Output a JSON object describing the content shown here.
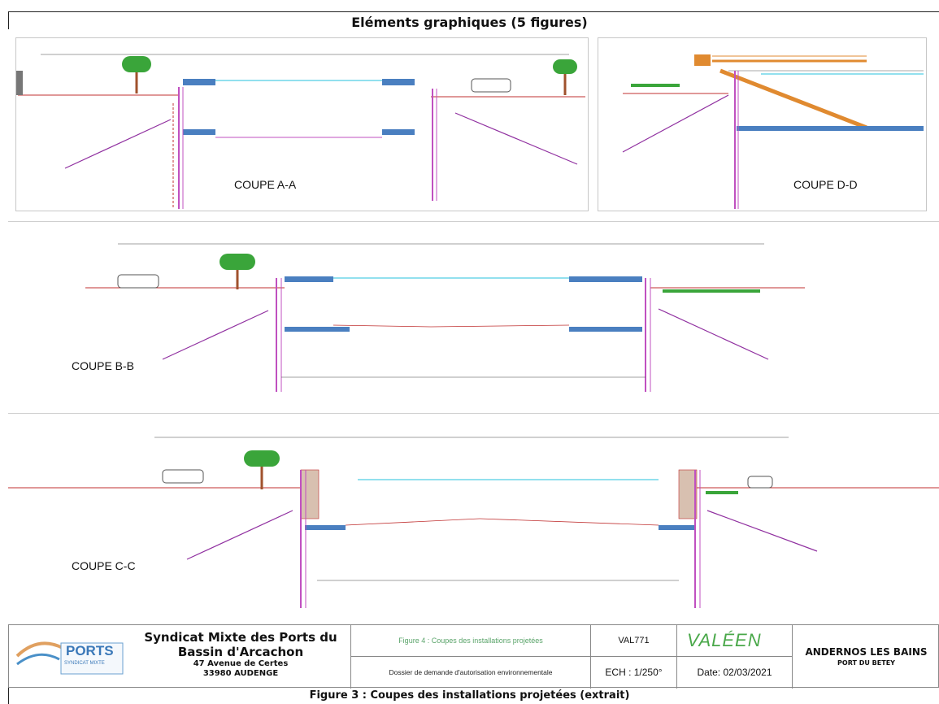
{
  "header": {
    "title": "Eléments graphiques (5 figures)"
  },
  "sections": {
    "coupe_aa": "COUPE A-A",
    "coupe_dd": "COUPE D-D",
    "coupe_bb": "COUPE B-B",
    "coupe_cc": "COUPE C-C"
  },
  "title_block": {
    "logo_text": "PORTS",
    "logo_sub": "SYNDICAT MIXTE",
    "org_line1": "Syndicat Mixte des Ports du",
    "org_line2": "Bassin d'Arcachon",
    "address_line1": "47 Avenue de Certes",
    "address_line2": "33980 AUDENGE",
    "figure_label": "Figure 4 : Coupes des installations projetées",
    "dossier_label": "Dossier de demande d'autorisation environnementale",
    "reference": "VAL771",
    "scale": "ECH : 1/250°",
    "brand": "VALÉEN",
    "date": "Date: 02/03/2021",
    "place_line1": "ANDERNOS LES BAINS",
    "place_line2": "PORT DU BETEY"
  },
  "caption": "Figure 3 : Coupes des installations projetées (extrait)",
  "colors": {
    "pile": "#c050c0",
    "water": "#6fd6e8",
    "dock": "#4a7fc0",
    "ground": "#c03030",
    "tree": "#3aa53a",
    "truss": "#e08a30"
  }
}
